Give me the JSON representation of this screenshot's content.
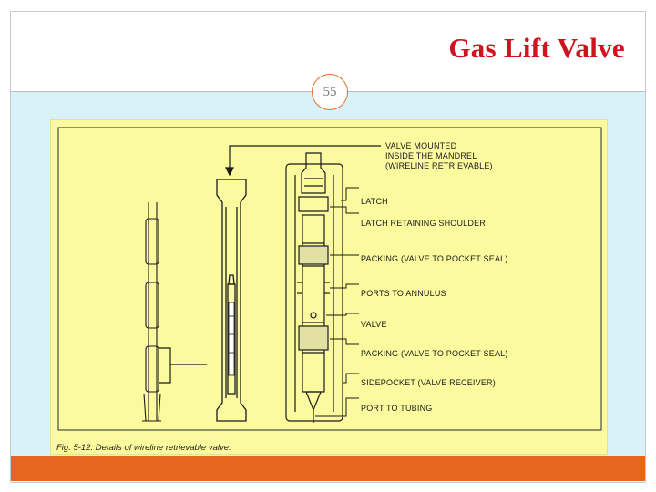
{
  "slide": {
    "title": "Gas Lift Valve",
    "page_number": "55",
    "colors": {
      "title": "#d0131e",
      "accent": "#e7661f",
      "content_background": "#d9f1f9",
      "figure_background": "#fbfa9e"
    }
  },
  "figure": {
    "header_lines": [
      "VALVE MOUNTED",
      "INSIDE THE MANDREL",
      "(WIRELINE RETRIEVABLE)"
    ],
    "callouts": [
      "LATCH",
      "LATCH RETAINING SHOULDER",
      "PACKING (VALVE TO POCKET SEAL)",
      "PORTS TO ANNULUS",
      "VALVE",
      "PACKING (VALVE TO POCKET SEAL)",
      "SIDEPOCKET (VALVE RECEIVER)",
      "PORT TO TUBING"
    ],
    "caption": "Fig. 5-12.  Details of wireline retrievable valve."
  }
}
